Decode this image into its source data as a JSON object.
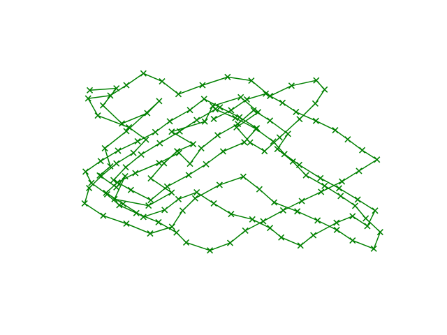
{
  "chart_data": {
    "type": "line",
    "title": "",
    "xlabel": "",
    "ylabel": "",
    "axes_visible": false,
    "grid": false,
    "legend": "none",
    "xlim": [
      0,
      100
    ],
    "ylim": [
      0,
      100
    ],
    "style": {
      "color": "#008000",
      "marker": "x",
      "linestyle": "solid"
    },
    "series": [
      {
        "x": [
          6.2,
          14.5,
          10.3,
          16.2,
          24.1,
          27.8,
          17.6,
          10.9,
          12.6,
          9.3,
          14.5,
          17.2,
          13.9,
          24.5,
          31.7,
          25.2,
          29.3,
          33.4,
          38.4,
          31.7,
          42.0,
          44.5,
          53.2,
          58.6,
          51.9,
          56.1,
          60.6,
          65.3,
          71.5,
          76.4,
          79.3,
          76.7,
          69.0,
          62.3,
          56.5,
          49.1,
          41.3,
          33.8,
          28.7,
          22.9,
          17.6,
          12.6,
          5.7,
          8.7,
          18.4,
          23.7,
          19.8,
          14.5,
          9.8,
          6.0,
          4.6,
          10.4,
          17.6,
          25.0,
          31.8,
          35.1,
          39.0,
          46.6,
          54.0,
          59.0,
          63.6,
          70.8,
          77.1,
          83.1,
          88.0,
          94.6,
          96.6,
          92.1,
          88.8,
          84.3,
          79.3,
          73.5,
          69.4,
          64.6,
          67.9,
          62.3,
          57.2,
          52.3,
          46.0,
          40.9,
          37.4,
          34.0,
          27.8,
          20.4,
          14.8,
          11.3,
          16.6,
          22.9,
          29.5,
          33.8,
          39.5,
          44.8,
          50.2,
          56.8,
          62.3,
          65.8,
          71.8,
          75.8,
          83.0,
          88.0,
          92.6,
          95.0,
          89.6,
          83.8,
          78.0,
          71.4,
          66.8,
          63.3,
          57.9,
          51.5,
          45.3,
          39.5,
          34.2,
          28.0,
          22.2,
          17.4,
          13.6,
          19.0,
          25.2,
          30.3,
          37.0,
          42.4,
          47.7,
          54.3,
          58.2,
          52.8,
          46.7,
          41.8,
          37.4,
          31.1,
          26.6,
          21.1,
          15.0,
          9.6,
          4.9,
          6.7,
          11.6,
          15.4,
          20.7,
          27.6,
          33.2,
          36.2,
          43.6,
          49.9,
          54.6,
          60.2,
          66.4,
          72.2,
          78.2,
          84.7,
          90.0,
          95.6,
          91.0,
          86.5,
          82.6,
          76.6,
          70.4,
          66.2,
          61.0,
          55.1,
          50.2,
          44.8
        ],
        "y": [
          82.8,
          83.6,
          76.5,
          69.0,
          73.3,
          78.3,
          65.8,
          58.7,
          51.2,
          47.4,
          42.5,
          47.1,
          37.6,
          34.9,
          40.3,
          46.2,
          52.5,
          57.5,
          60.4,
          65.6,
          69.8,
          76.3,
          79.9,
          73.7,
          67.4,
          61.1,
          57.5,
          63.2,
          70.8,
          77.3,
          83.1,
          86.9,
          84.7,
          80.4,
          86.8,
          88.3,
          84.9,
          81.2,
          86.5,
          89.8,
          84.9,
          80.6,
          79.4,
          72.3,
          67.4,
          62.3,
          56.8,
          52.4,
          47.2,
          42.2,
          35.8,
          30.7,
          27.4,
          23.3,
          26.1,
          32.8,
          37.9,
          43.5,
          46.9,
          41.7,
          36.2,
          32.5,
          28.7,
          24.8,
          20.4,
          17.0,
          23.9,
          29.6,
          34.8,
          38.9,
          43.1,
          47.5,
          53.2,
          58.4,
          64.7,
          70.2,
          74.5,
          68.8,
          64.1,
          58.7,
          52.3,
          56.8,
          52.6,
          48.4,
          44.5,
          40.2,
          35.6,
          30.2,
          33.1,
          37.6,
          40.4,
          35.8,
          31.4,
          29.2,
          25.6,
          21.7,
          18.3,
          22.6,
          27.8,
          30.5,
          26.4,
          32.8,
          37.4,
          42.1,
          46.3,
          51.8,
          56.3,
          61.5,
          66.8,
          71.3,
          74.9,
          70.4,
          65.7,
          60.8,
          56.1,
          50.8,
          45.5,
          41.4,
          37.2,
          42.8,
          47.6,
          52.1,
          57.4,
          61.2,
          67.0,
          71.6,
          75.7,
          79.2,
          74.6,
          69.9,
          65.4,
          61.6,
          57.7,
          53.4,
          49.0,
          44.3,
          39.6,
          35.1,
          31.8,
          28.0,
          23.7,
          19.6,
          16.3,
          19.4,
          24.5,
          28.4,
          32.9,
          36.8,
          40.6,
          44.9,
          49.3,
          54.0,
          57.9,
          62.4,
          66.2,
          70.1,
          73.8,
          77.6,
          81.4,
          79.0,
          74.5,
          70.9
        ]
      }
    ]
  }
}
